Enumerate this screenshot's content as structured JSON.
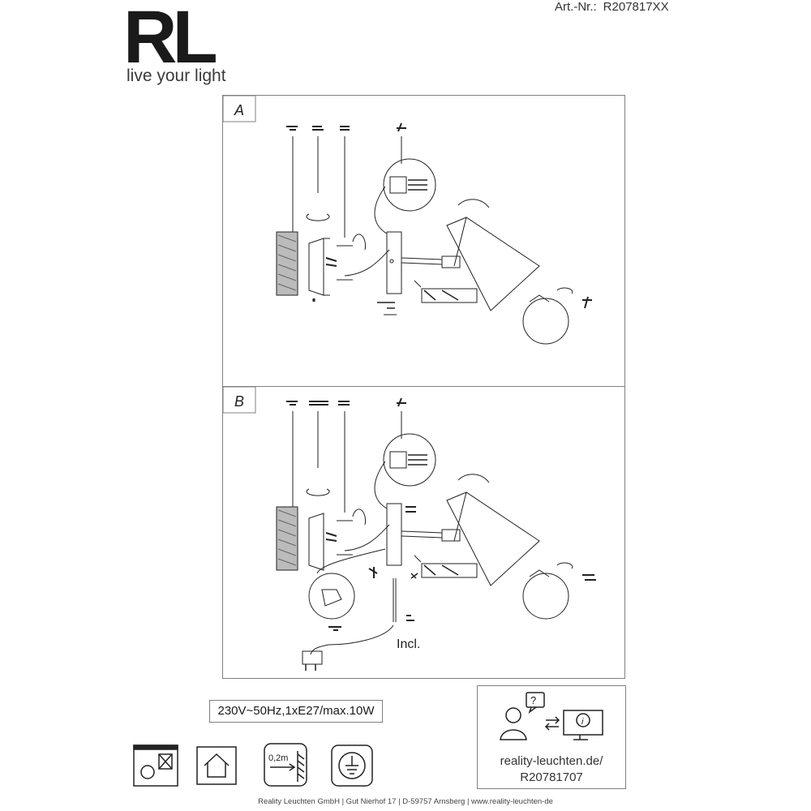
{
  "header": {
    "brand": "RL",
    "tagline": "live your light",
    "art_nr_label": "Art.-Nr.:",
    "art_nr_value": "R207817XX"
  },
  "panel_a": {
    "label": "A"
  },
  "panel_b": {
    "label": "B",
    "cable_note": "Incl."
  },
  "spec_text": "230V~50Hz,1xE27/max.10W",
  "info_box": {
    "url": "reality-leuchten.de/",
    "code": "R20781707"
  },
  "footer": "Reality Leuchten GmbH | Gut Nierhof 17 | D-59757 Arnsberg | www.reality-leuchten-de",
  "symbols": [
    "no-covering-icon",
    "indoor-use-icon",
    "min-distance-icon",
    "protective-earth-icon"
  ],
  "min_distance_label": "0,2m"
}
